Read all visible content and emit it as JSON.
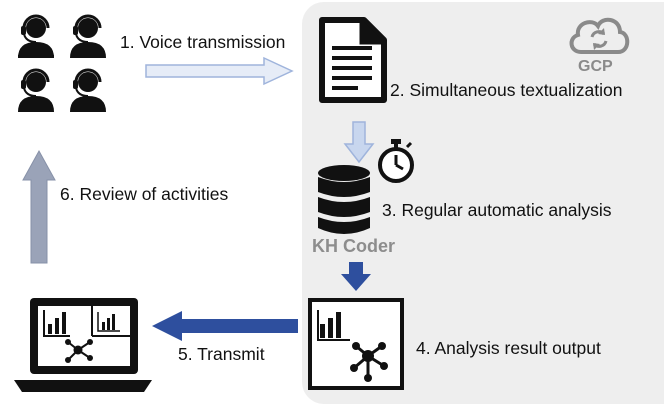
{
  "steps": {
    "s1": "1. Voice transmission",
    "s2": "2. Simultaneous textualization",
    "s3": "3. Regular automatic analysis",
    "s4": "4. Analysis result output",
    "s5": "5. Transmit",
    "s6": "6. Review of activities"
  },
  "cloud": {
    "label": "GCP"
  },
  "tool": {
    "label": "KH Coder"
  },
  "colors": {
    "panel": "#eeeeee",
    "light_arrow": "#c8d6ee",
    "dark_arrow": "#2e4f9e",
    "gray_arrow": "#9aa3b8",
    "icon": "#111111"
  }
}
